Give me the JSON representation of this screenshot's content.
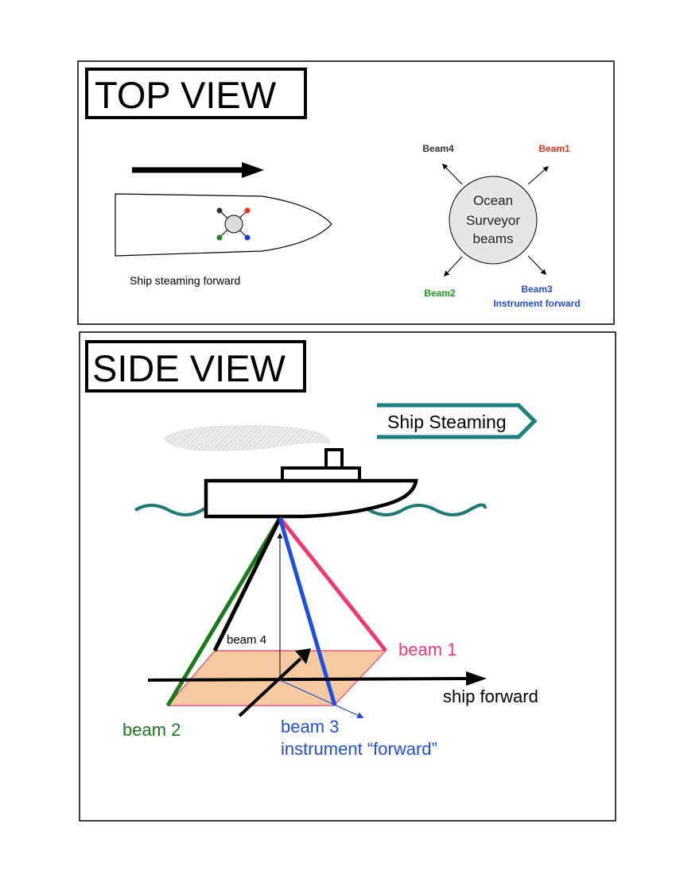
{
  "top_view": {
    "title": "TOP VIEW",
    "ship_caption": "Ship steaming forward",
    "circle_label": [
      "Ocean",
      "Surveyor",
      "beams"
    ],
    "beams": {
      "beam1": "Beam1",
      "beam2": "Beam2",
      "beam3": "Beam3",
      "beam3_sub": "Instrument forward",
      "beam4": "Beam4"
    }
  },
  "side_view": {
    "title": "SIDE VIEW",
    "steaming_label": "Ship Steaming",
    "beam1_label": "beam 1",
    "beam2_label": "beam 2",
    "beam3_label": "beam 3",
    "beam3_sub": "instrument “forward”",
    "beam4_label": "beam 4",
    "ship_forward_label": "ship forward"
  },
  "colors": {
    "beam1_top": "#e8341c",
    "beam1_side": "#f0386b",
    "beam2": "#1a8a1a",
    "beam3": "#1f4fd8",
    "beam4": "#222222",
    "sea": "#1a7a7a",
    "footprint": "#f7c9a0"
  }
}
